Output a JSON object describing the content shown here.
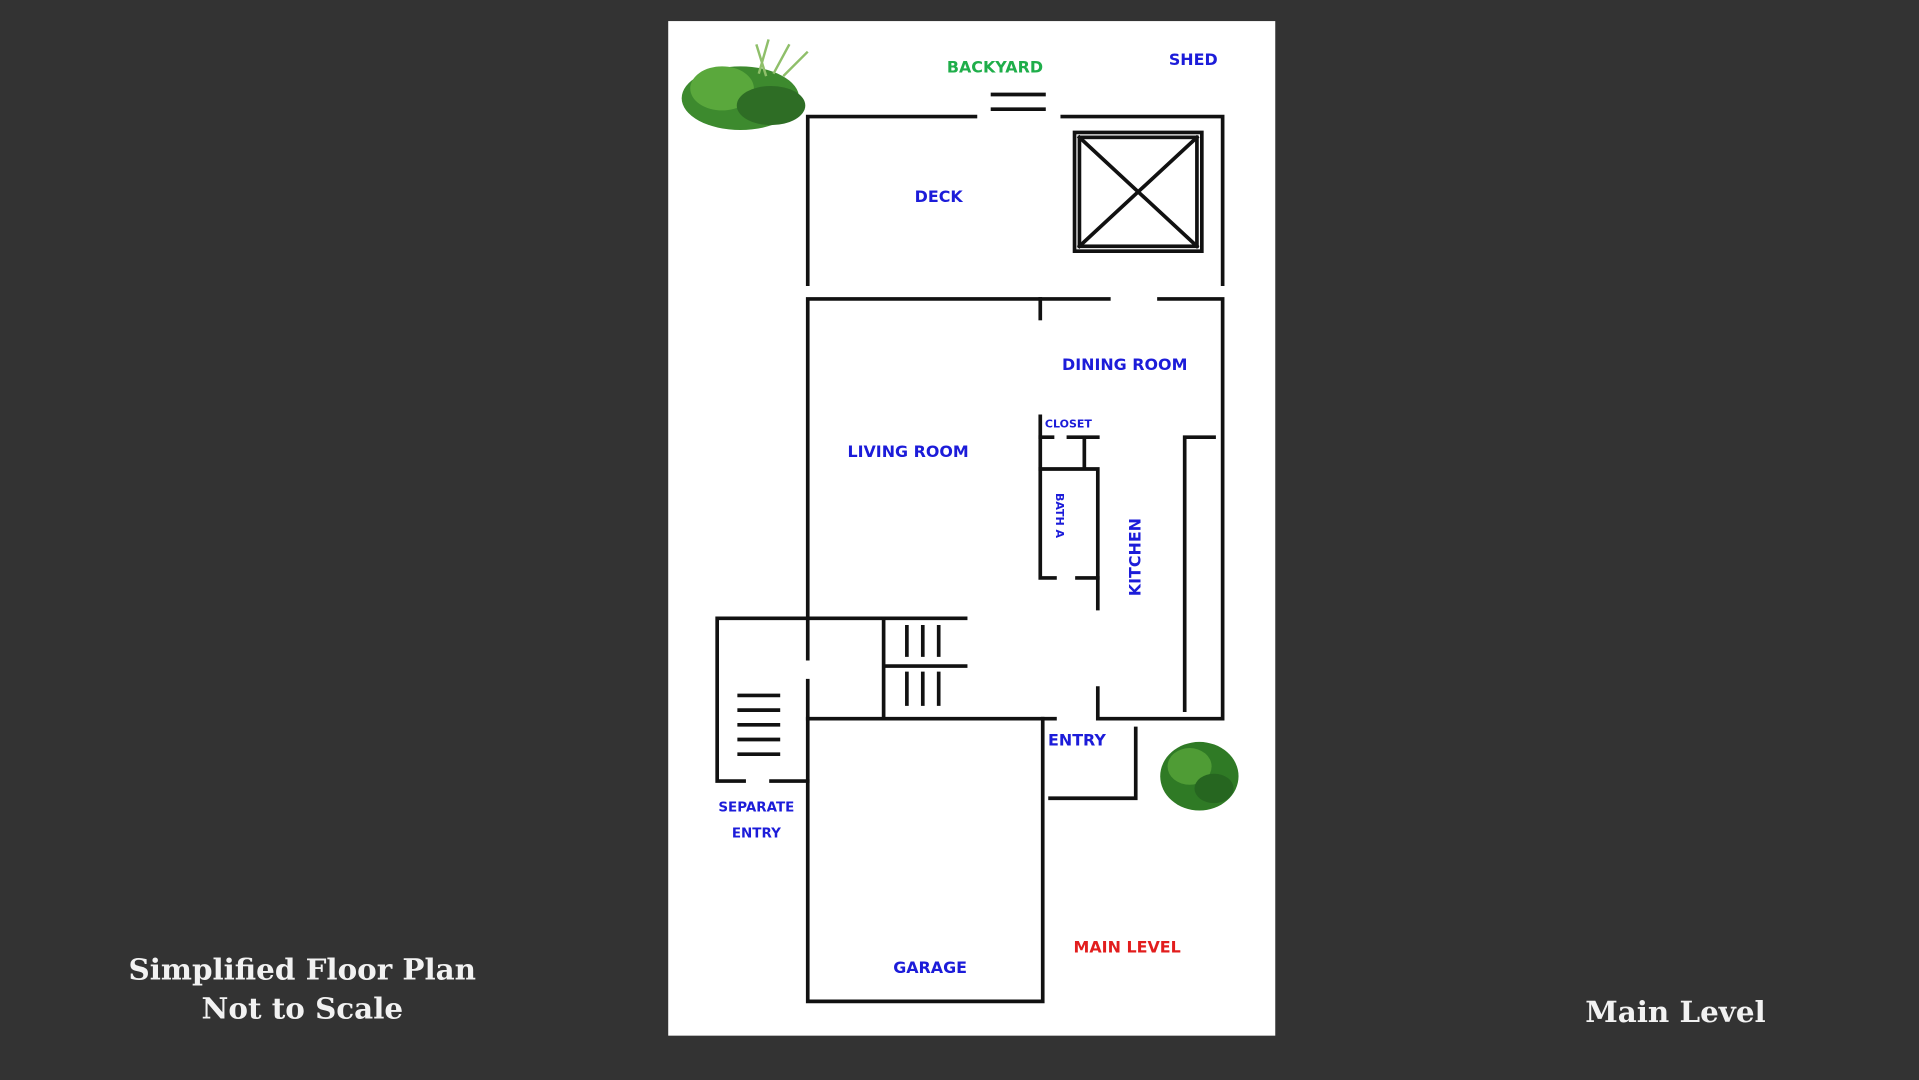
{
  "caption": {
    "line1": "Simplified Floor Plan",
    "line2": "Not to Scale"
  },
  "level_title": "Main Level",
  "plan": {
    "labels": {
      "backyard": "BACKYARD",
      "shed": "SHED",
      "deck": "DECK",
      "dining_room": "DINING ROOM",
      "living_room": "LIVING ROOM",
      "closet": "CLOSET",
      "bath": "BATH A",
      "kitchen": "KITCHEN",
      "entry": "ENTRY",
      "separate_entry_1": "SEPARATE",
      "separate_entry_2": "ENTRY",
      "garage": "GARAGE",
      "main_level": "MAIN LEVEL"
    },
    "colors": {
      "room_label": "#1c1cd9",
      "backyard": "#1fae4a",
      "main_level": "#e21d1d"
    }
  }
}
